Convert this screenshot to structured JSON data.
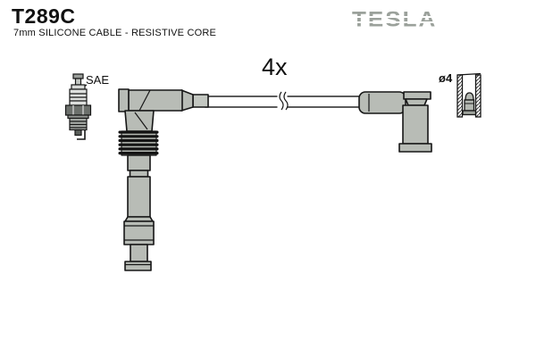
{
  "header": {
    "part_number": "T289C",
    "subtitle": "7mm SILICONE CABLE - RESISTIVE CORE",
    "brand": "TESLA"
  },
  "labels": {
    "quantity": "4x",
    "plug_standard": "SAE",
    "terminal_diameter": "ø4"
  },
  "colors": {
    "background": "#ffffff",
    "outline": "#161616",
    "boot_gray": "#b8bcb6",
    "logo_gray": "#9ba19b"
  },
  "illustration": {
    "parts": [
      "spark-plug-figure",
      "coil-end-boot",
      "ignition-cable",
      "plug-end-boot",
      "terminal-cross-section"
    ]
  }
}
